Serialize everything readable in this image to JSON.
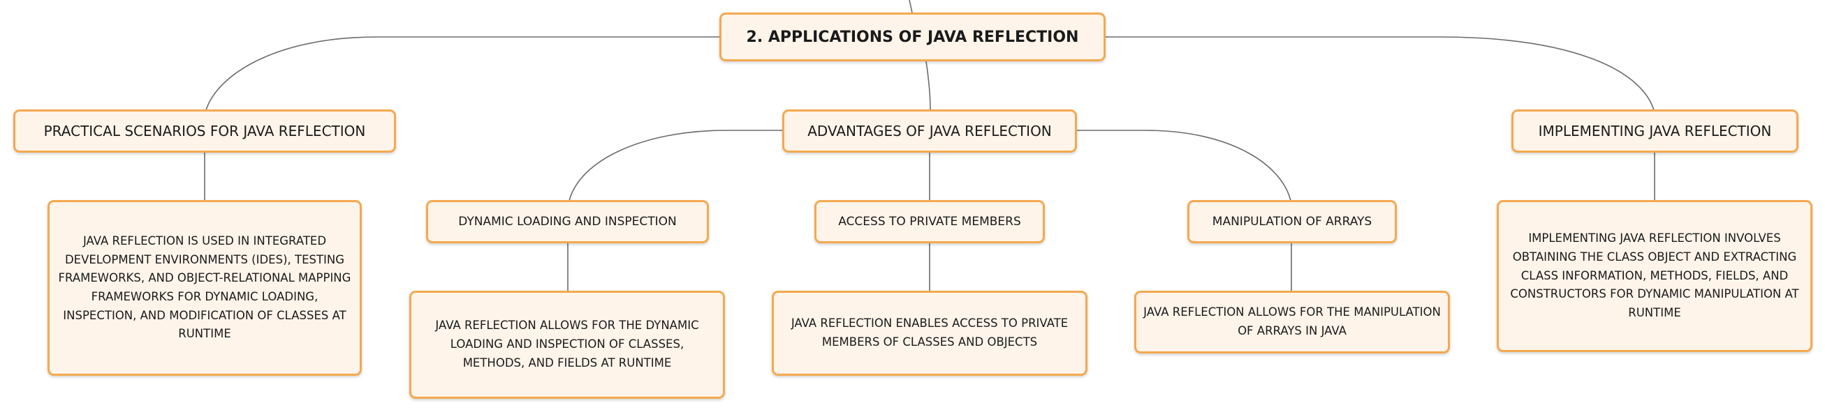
{
  "diagram": {
    "root": {
      "label": "2. APPLICATIONS OF JAVA REFLECTION"
    },
    "branches": {
      "practical": {
        "label": "PRACTICAL SCENARIOS FOR JAVA REFLECTION",
        "detail": "JAVA REFLECTION IS USED IN INTEGRATED DEVELOPMENT ENVIRONMENTS (IDES), TESTING FRAMEWORKS, AND OBJECT-RELATIONAL MAPPING FRAMEWORKS FOR DYNAMIC LOADING, INSPECTION, AND MODIFICATION OF CLASSES AT RUNTIME"
      },
      "advantages": {
        "label": "ADVANTAGES OF JAVA REFLECTION",
        "children": {
          "dynamic": {
            "label": "DYNAMIC LOADING AND INSPECTION",
            "detail": "JAVA REFLECTION ALLOWS FOR THE DYNAMIC LOADING AND INSPECTION OF CLASSES, METHODS, AND FIELDS AT RUNTIME"
          },
          "private": {
            "label": "ACCESS TO PRIVATE MEMBERS",
            "detail": "JAVA REFLECTION ENABLES ACCESS TO PRIVATE MEMBERS OF CLASSES AND OBJECTS"
          },
          "arrays": {
            "label": "MANIPULATION OF ARRAYS",
            "detail": "JAVA REFLECTION ALLOWS FOR THE MANIPULATION OF ARRAYS IN JAVA"
          }
        }
      },
      "implementing": {
        "label": "IMPLEMENTING JAVA REFLECTION",
        "detail": "IMPLEMENTING JAVA REFLECTION INVOLVES OBTAINING THE CLASS OBJECT AND EXTRACTING CLASS INFORMATION, METHODS, FIELDS, AND CONSTRUCTORS FOR DYNAMIC MANIPULATION AT RUNTIME"
      }
    }
  }
}
